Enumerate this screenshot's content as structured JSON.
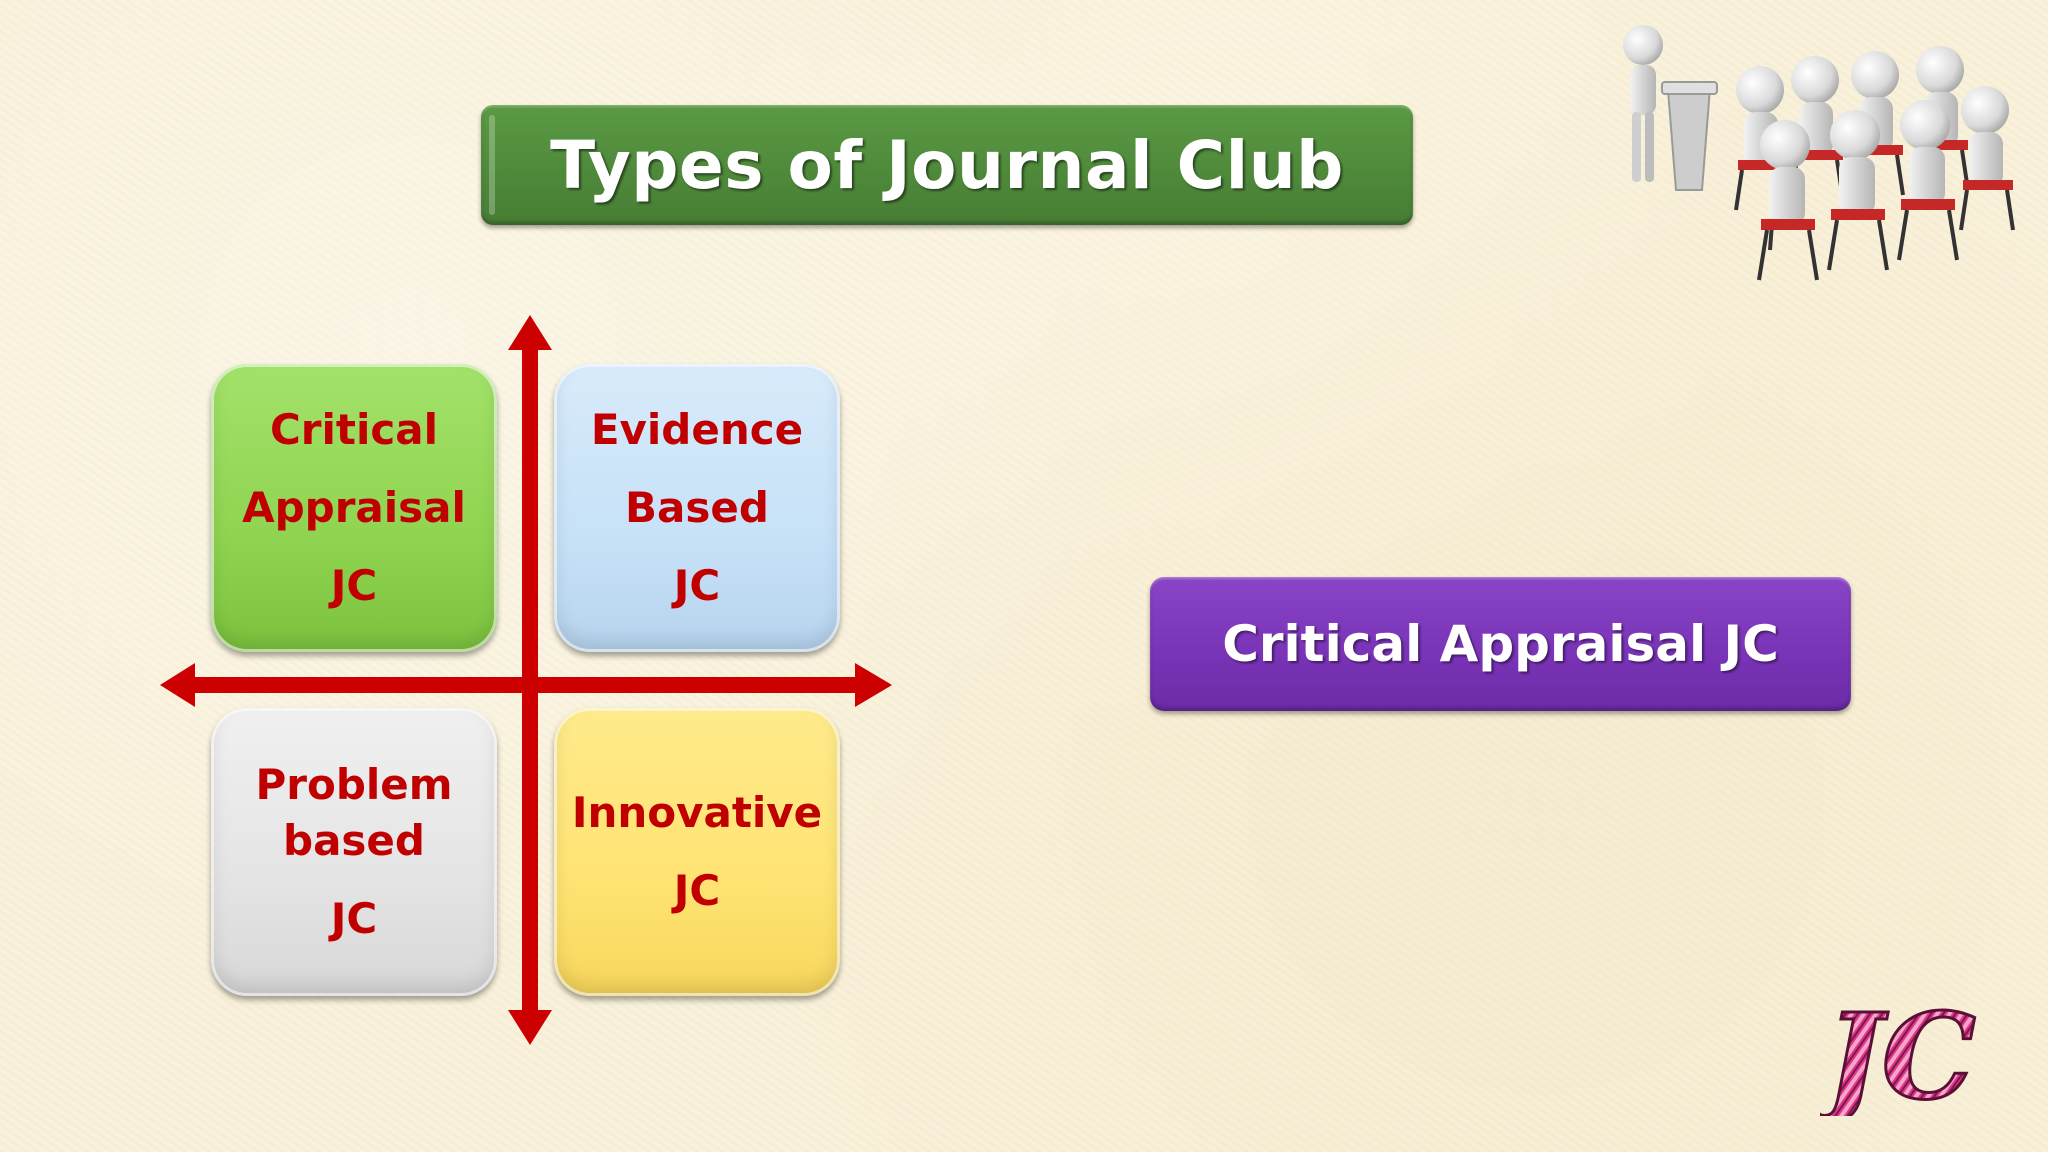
{
  "slide": {
    "title": "Types of Journal Club",
    "quadrants": {
      "top_left": {
        "lines": [
          "Critical",
          "Appraisal",
          "JC"
        ],
        "color": "#8fd451"
      },
      "top_right": {
        "lines": [
          "Evidence",
          "Based",
          "JC"
        ],
        "color": "#c7e1f7"
      },
      "bottom_left": {
        "lines": [
          "Problem",
          "based",
          "JC"
        ],
        "color": "#e4e4e4"
      },
      "bottom_right": {
        "lines": [
          "Innovative",
          "JC"
        ],
        "color": "#ffe373"
      }
    },
    "highlight_button": {
      "label": "Critical Appraisal JC",
      "color": "#7a34b8"
    },
    "logo_text": "JC",
    "colors": {
      "title_bar": "#4f8a3b",
      "label_text": "#c00000",
      "arrows": "#cc0000"
    },
    "decorations": {
      "audience_icon": "presentation-audience-icon"
    }
  }
}
